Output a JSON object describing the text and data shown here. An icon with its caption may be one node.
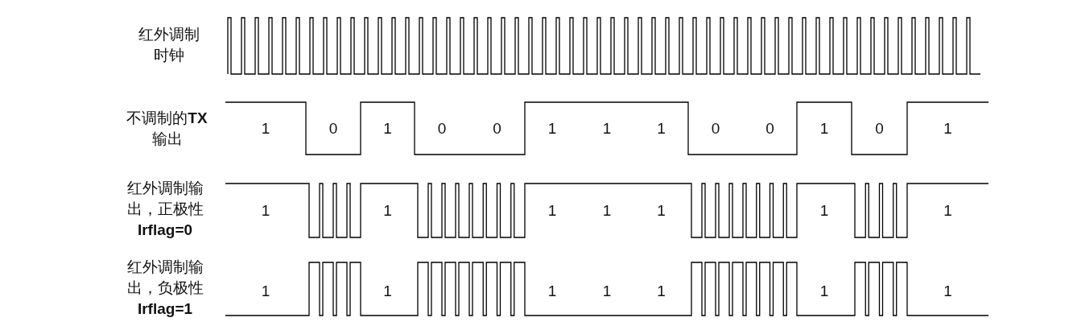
{
  "diagram": {
    "labels": [
      "红外调制时钟",
      "不调制的**TX**输出",
      "1",
      "0",
      "1",
      "0",
      "0",
      "1",
      "1",
      "1",
      "0",
      "0",
      "1",
      "0",
      "1",
      "红外调制输出，正极性**Irflag=0**",
      "1",
      "1",
      "1",
      "1",
      "1",
      "1",
      "1",
      "红外调制输出，负极性**Irflag=1**",
      "1",
      "1",
      "1",
      "1",
      "1",
      "1",
      "1"
    ]
  }
}
